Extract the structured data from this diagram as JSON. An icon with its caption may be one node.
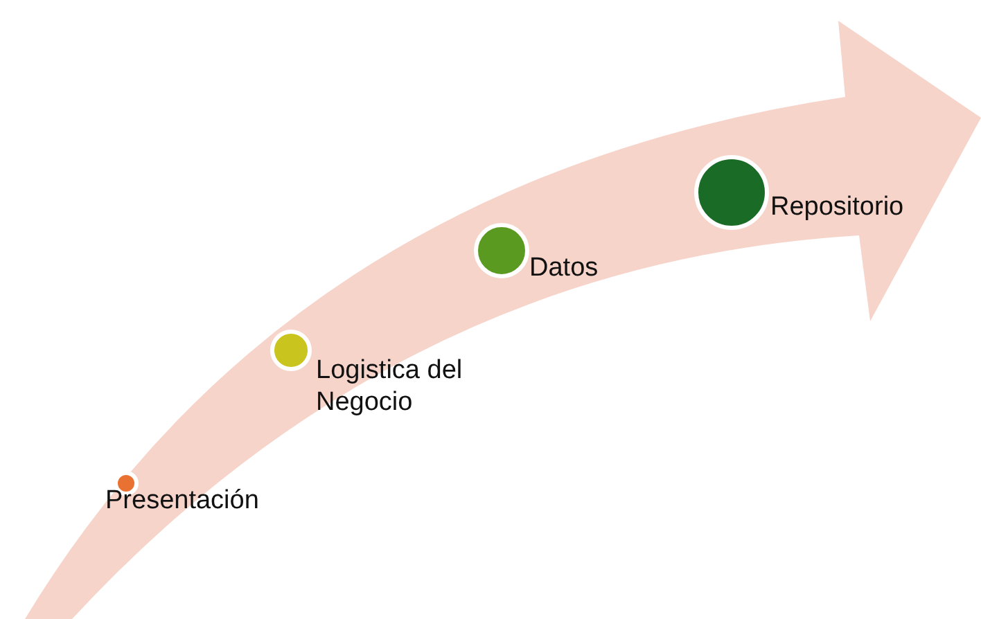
{
  "diagram": {
    "nodes": [
      {
        "text": [],
        "shape": "circle",
        "beside": [
          "Presentación"
        ]
      },
      {
        "text": [],
        "shape": "circle",
        "beside": [
          "Logistica del Negocio"
        ]
      },
      {
        "text": [],
        "shape": "circle",
        "beside": [
          "Datos"
        ]
      },
      {
        "text": [],
        "shape": "circle",
        "beside": [
          "Repositorio"
        ]
      }
    ]
  }
}
